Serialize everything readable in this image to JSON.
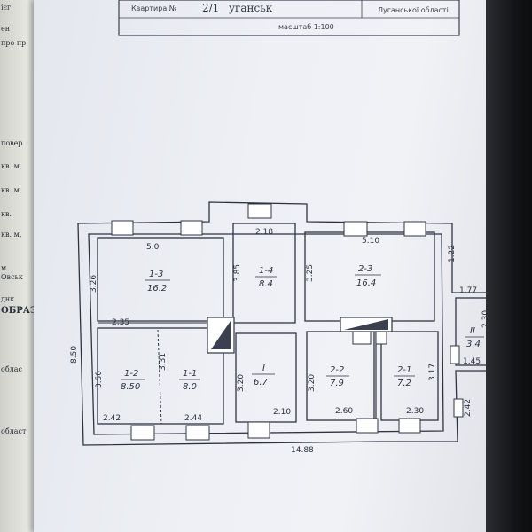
{
  "stamp": {
    "apartment_label": "Квартира №",
    "apartment_value": "2/1",
    "city_partial": "уганськ",
    "region": "Луганської області",
    "scale": "масштаб 1:100"
  },
  "left_page_fragments": [
    "ієг",
    "ен",
    "про пр",
    "повер",
    "кв. м,",
    "кв. м,",
    "кв.",
    "кв. м,",
    "м.",
    "Овськ",
    "днк",
    "ОБРАЗ",
    "облас",
    "област"
  ],
  "plan": {
    "outer_dims": {
      "total_width": "14.88",
      "total_height": "8.50",
      "right_wing_height": "2.42",
      "right_offset": "1.22"
    },
    "rooms": [
      {
        "id": "1-3",
        "number": "1-3",
        "area": "16.2",
        "width": "5.0",
        "height": "3.26"
      },
      {
        "id": "1-4",
        "number": "1-4",
        "area": "8.4",
        "width": "2.18",
        "height": "3.85"
      },
      {
        "id": "2-3",
        "number": "2-3",
        "area": "16.4",
        "width": "5.10",
        "height": "3.25"
      },
      {
        "id": "1-2",
        "number": "1-2",
        "area": "8.50",
        "width": "2.42",
        "height": "3.50"
      },
      {
        "id": "1-1",
        "number": "1-1",
        "area": "8.0",
        "width": "2.44",
        "height": "3.31"
      },
      {
        "id": "I",
        "number": "I",
        "area": "6.7",
        "width": "2.10",
        "height": "3.20"
      },
      {
        "id": "2-2",
        "number": "2-2",
        "area": "7.9",
        "width": "2.60",
        "height": "3.20"
      },
      {
        "id": "2-1",
        "number": "2-1",
        "area": "7.2",
        "width": "2.30",
        "height": "3.17"
      },
      {
        "id": "II",
        "number": "II",
        "area": "3.4",
        "width": "1.77",
        "height": "2.30",
        "extra": "1.45"
      }
    ],
    "partition_label": "2.35"
  }
}
